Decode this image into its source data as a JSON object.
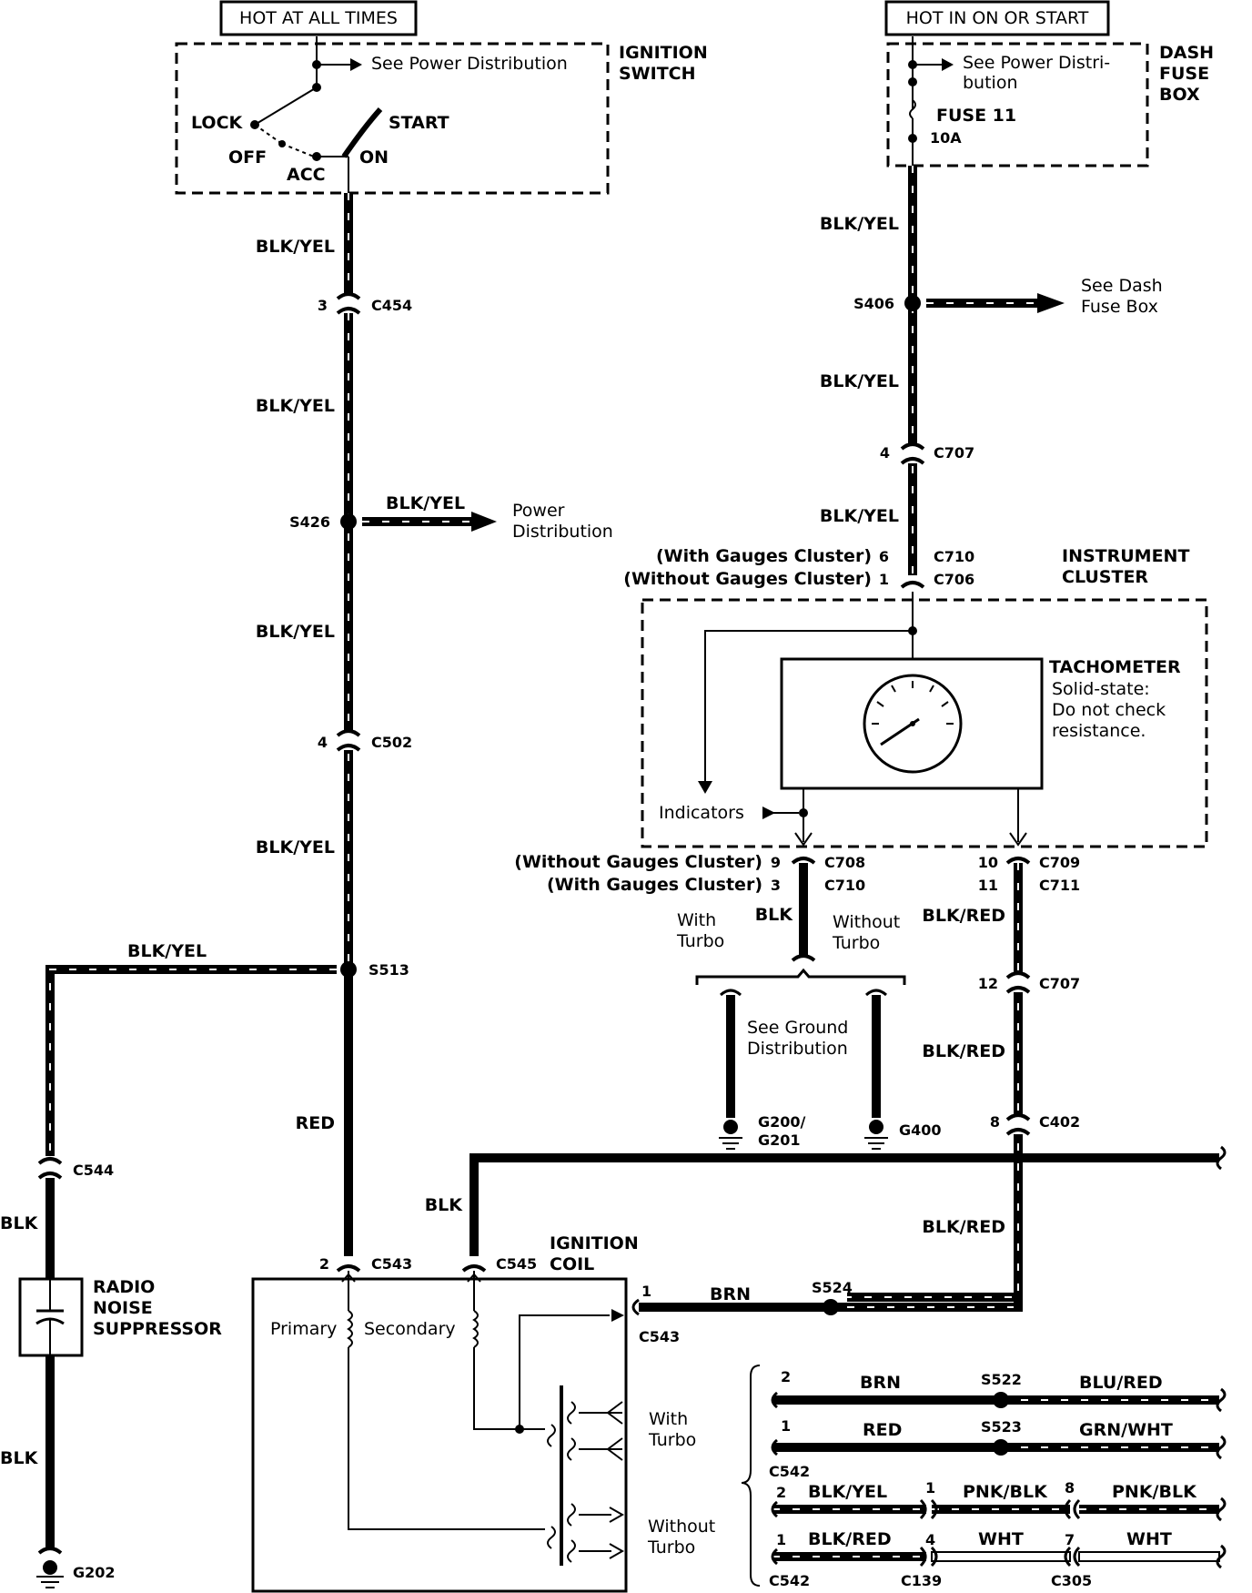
{
  "header": {
    "hot_at_all_times": "HOT AT ALL TIMES",
    "hot_in_on_or_start": "HOT IN ON OR START"
  },
  "ignition_switch": {
    "title_line1": "IGNITION",
    "title_line2": "SWITCH",
    "see_power": "See Power Distribution",
    "positions": {
      "lock": "LOCK",
      "off": "OFF",
      "acc": "ACC",
      "on": "ON",
      "start": "START"
    }
  },
  "dash_fuse_box": {
    "title_line1": "DASH",
    "title_line2": "FUSE",
    "title_line3": "BOX",
    "see_power_line1": "See Power Distri-",
    "see_power_line2": "bution",
    "fuse_name": "FUSE 11",
    "fuse_rating": "10A"
  },
  "wire_colors": {
    "blk_yel": "BLK/YEL",
    "blk_red": "BLK/RED",
    "red": "RED",
    "blk": "BLK",
    "brn": "BRN",
    "blu_red": "BLU/RED",
    "grn_wht": "GRN/WHT",
    "pnk_blk": "PNK/BLK",
    "wht": "WHT"
  },
  "connectors": {
    "c454": "C454",
    "c502": "C502",
    "c707": "C707",
    "c710": "C710",
    "c706": "C706",
    "c708": "C708",
    "c709": "C709",
    "c711": "C711",
    "c402": "C402",
    "c543": "C543",
    "c545": "C545",
    "c544": "C544",
    "c542": "C542",
    "c139": "C139",
    "c305": "C305"
  },
  "splices": {
    "s406": "S406",
    "s426": "S426",
    "s513": "S513",
    "s524": "S524",
    "s522": "S522",
    "s523": "S523"
  },
  "grounds": {
    "g200_line1": "G200/",
    "g200_line2": "G201",
    "g400": "G400",
    "g202": "G202"
  },
  "pins": {
    "p1": "1",
    "p2": "2",
    "p3": "3",
    "p4": "4",
    "p6": "6",
    "p7": "7",
    "p8": "8",
    "p9": "9",
    "p10": "10",
    "p11": "11",
    "p12": "12"
  },
  "labels": {
    "see_dash_fuse_line1": "See Dash",
    "see_dash_fuse_line2": "Fuse Box",
    "power_line1": "Power",
    "power_line2": "Distribution",
    "with_gauges": "(With Gauges Cluster)",
    "without_gauges": "(Without Gauges Cluster)",
    "instrument_line1": "INSTRUMENT",
    "instrument_line2": "CLUSTER",
    "tachometer": "TACHOMETER",
    "solid_state_line1": "Solid-state:",
    "solid_state_line2": "Do not check",
    "solid_state_line3": "resistance.",
    "indicators": "Indicators",
    "with_word": "With",
    "without_word": "Without",
    "turbo_word": "Turbo",
    "see_ground_line1": "See Ground",
    "see_ground_line2": "Distribution",
    "ignition_coil_line1": "IGNITION",
    "ignition_coil_line2": "COIL",
    "primary": "Primary",
    "secondary": "Secondary",
    "radio_line1": "RADIO",
    "radio_line2": "NOISE",
    "radio_line3": "SUPPRESSOR"
  }
}
